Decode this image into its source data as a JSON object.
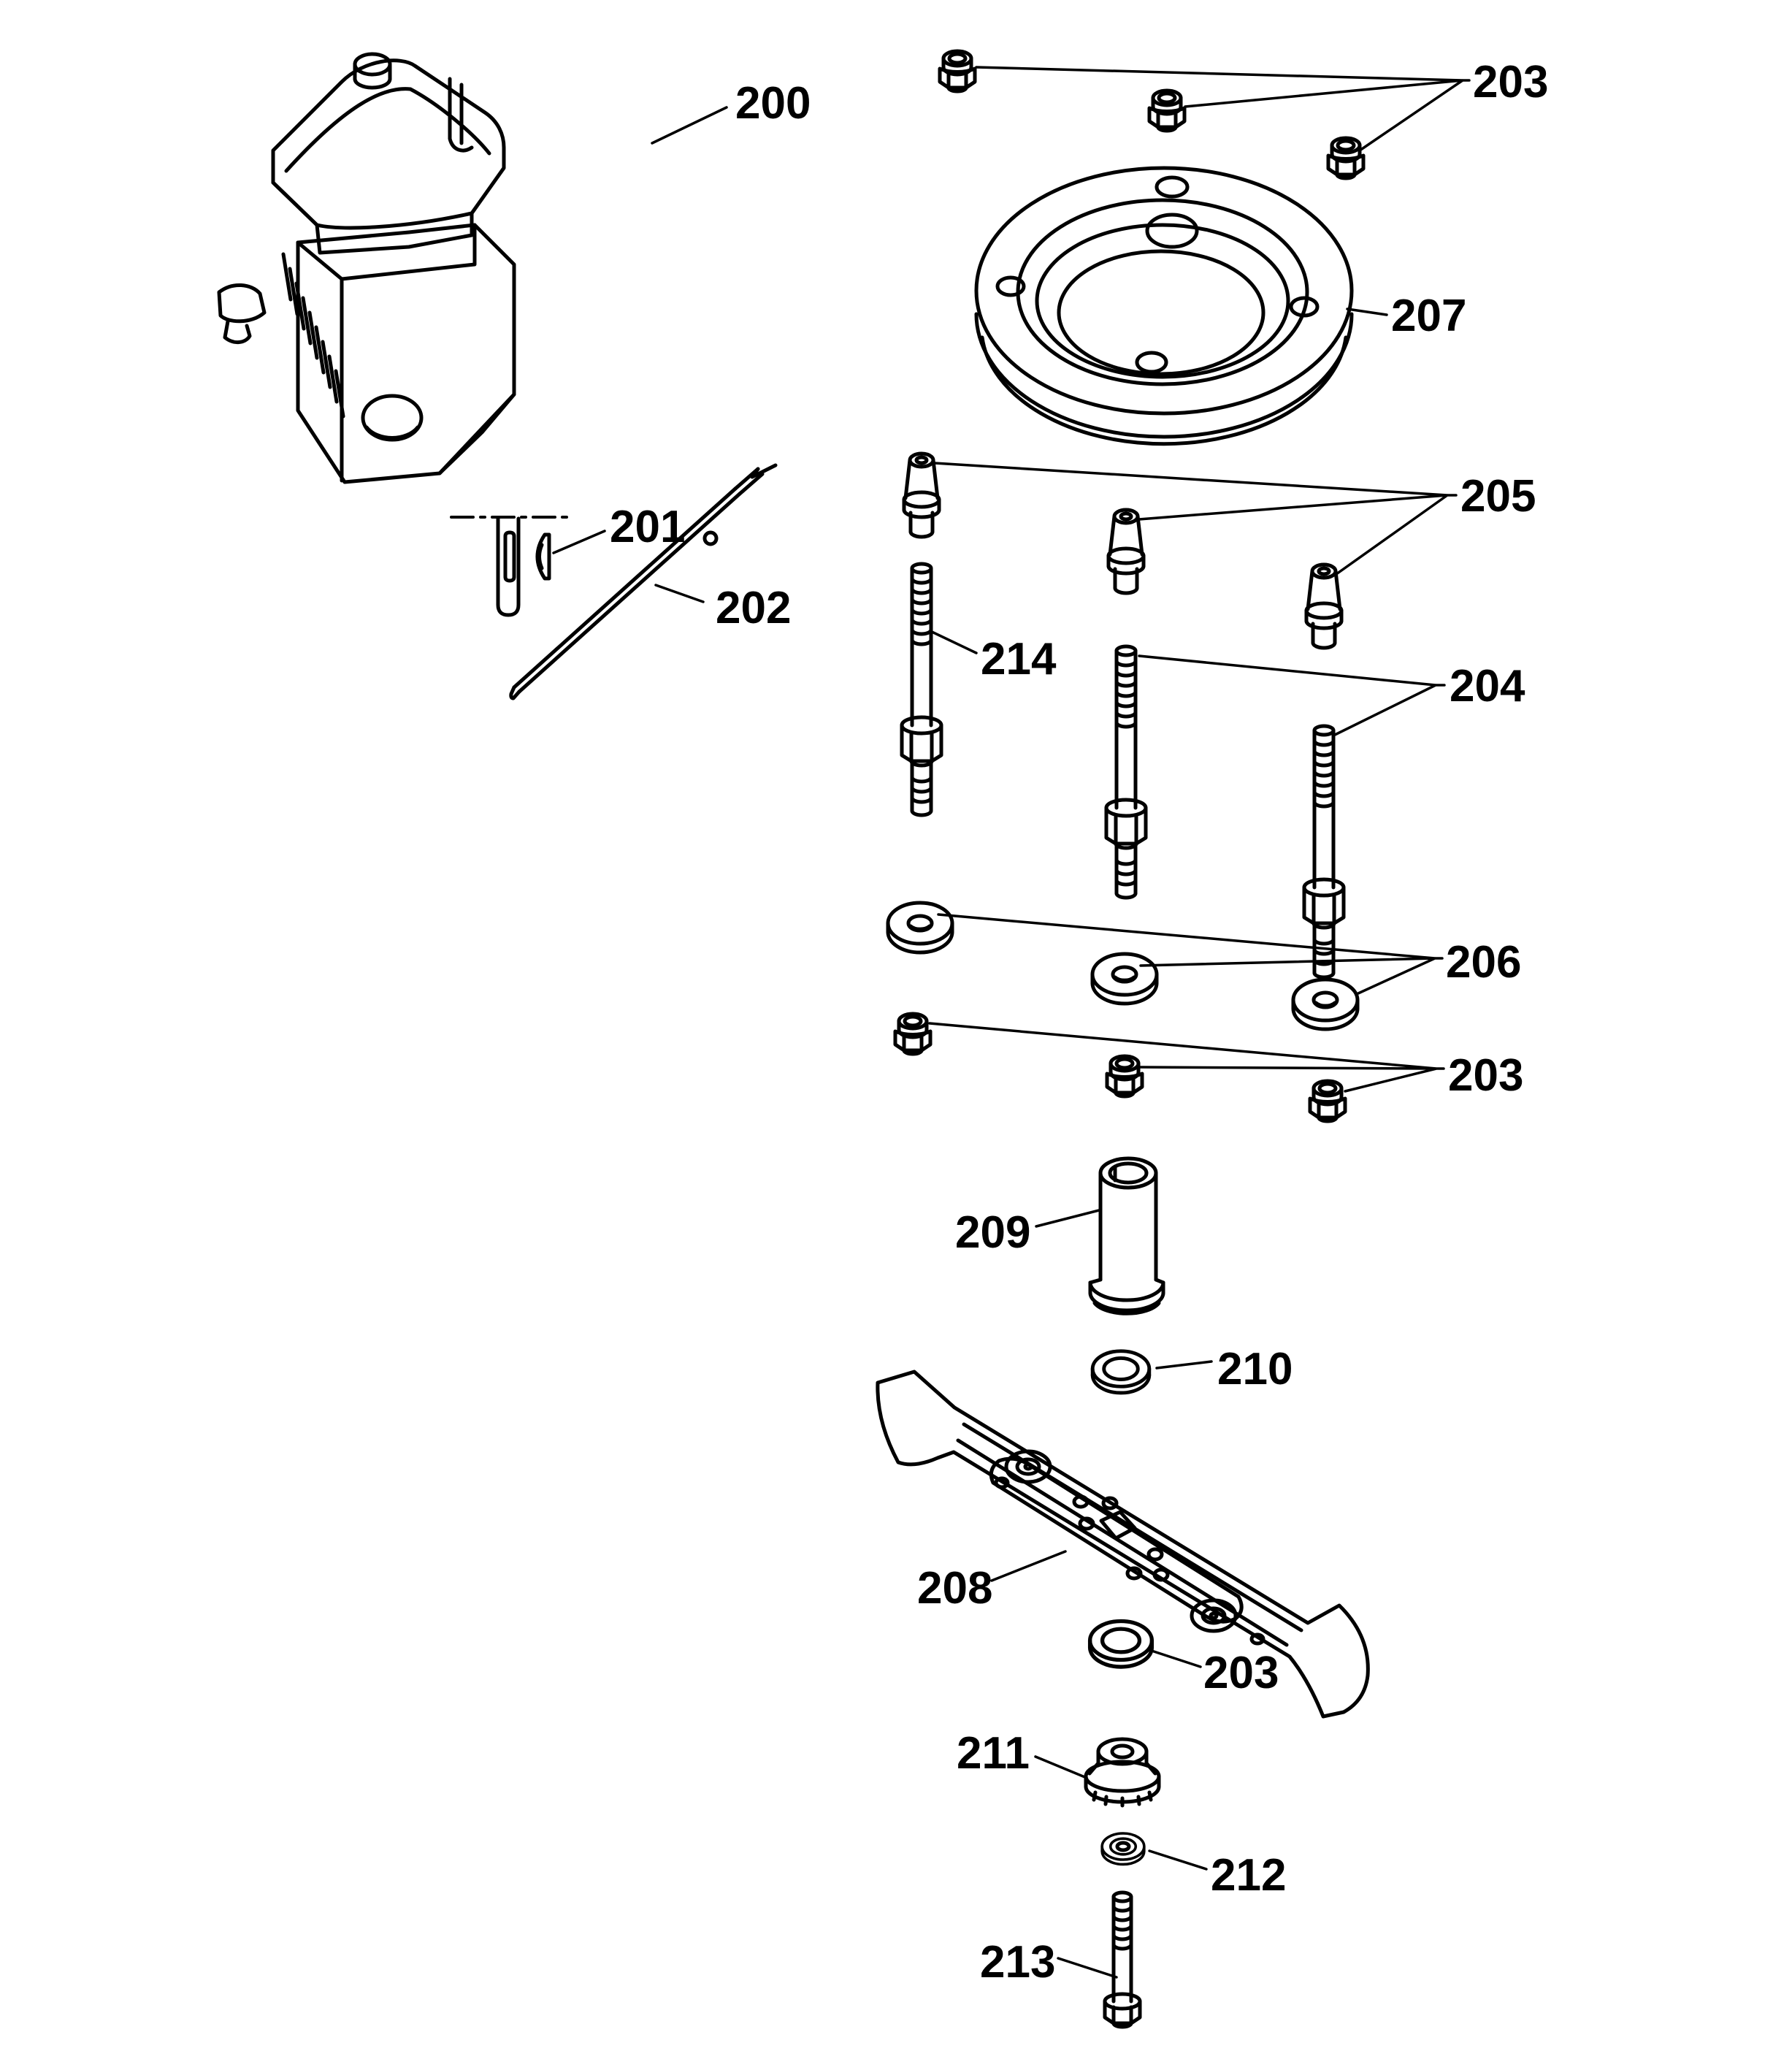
{
  "figure": {
    "kind": "exploded-parts-diagram",
    "background_color": "#ffffff",
    "line_color": "#000000"
  },
  "callouts": [
    {
      "id": "engine",
      "text": "200"
    },
    {
      "id": "key",
      "text": "201"
    },
    {
      "id": "rod",
      "text": "202"
    },
    {
      "id": "locknuts-top",
      "text": "203"
    },
    {
      "id": "ring",
      "text": "207"
    },
    {
      "id": "pins",
      "text": "205"
    },
    {
      "id": "stud-long",
      "text": "214"
    },
    {
      "id": "studs",
      "text": "204"
    },
    {
      "id": "washers",
      "text": "206"
    },
    {
      "id": "locknuts-mid",
      "text": "203"
    },
    {
      "id": "spacer",
      "text": "209"
    },
    {
      "id": "washer-upper",
      "text": "210"
    },
    {
      "id": "blade",
      "text": "208"
    },
    {
      "id": "washer-lower",
      "text": "203"
    },
    {
      "id": "adapter-nut",
      "text": "211"
    },
    {
      "id": "small-washer",
      "text": "212"
    },
    {
      "id": "blade-bolt",
      "text": "213"
    }
  ]
}
